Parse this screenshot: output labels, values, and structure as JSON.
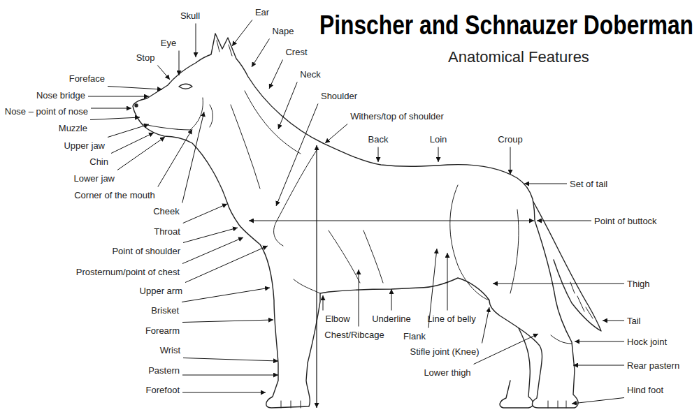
{
  "diagram": {
    "title": "Pinscher and Schnauzer Doberman",
    "labels": [
      "Anatomical Features",
      "Skull",
      "Ear",
      "Nape",
      "Eye",
      "Crest",
      "Stop",
      "Neck",
      "Foreface",
      "Nose bridge",
      "Shoulder",
      "Nose – point of nose",
      "Withers/top of shoulder",
      "Muzzle",
      "Back",
      "Loin",
      "Croup",
      "Upper jaw",
      "Chin",
      "Set of tail",
      "Lower jaw",
      "Corner of the mouth",
      "Cheek",
      "Point of buttock",
      "Throat",
      "Point of shoulder",
      "Prosternum/point of chest",
      "Thigh",
      "Upper arm",
      "Brisket",
      "Elbow",
      "Chest/Ribcage",
      "Underline",
      "Line of belly",
      "Tail",
      "Flank",
      "Forearm",
      "Hock joint",
      "Wrist",
      "Stifle joint (Knee)",
      "Rear pastern",
      "Pastern",
      "Lower thigh",
      "Hind foot",
      "Forefoot"
    ]
  }
}
